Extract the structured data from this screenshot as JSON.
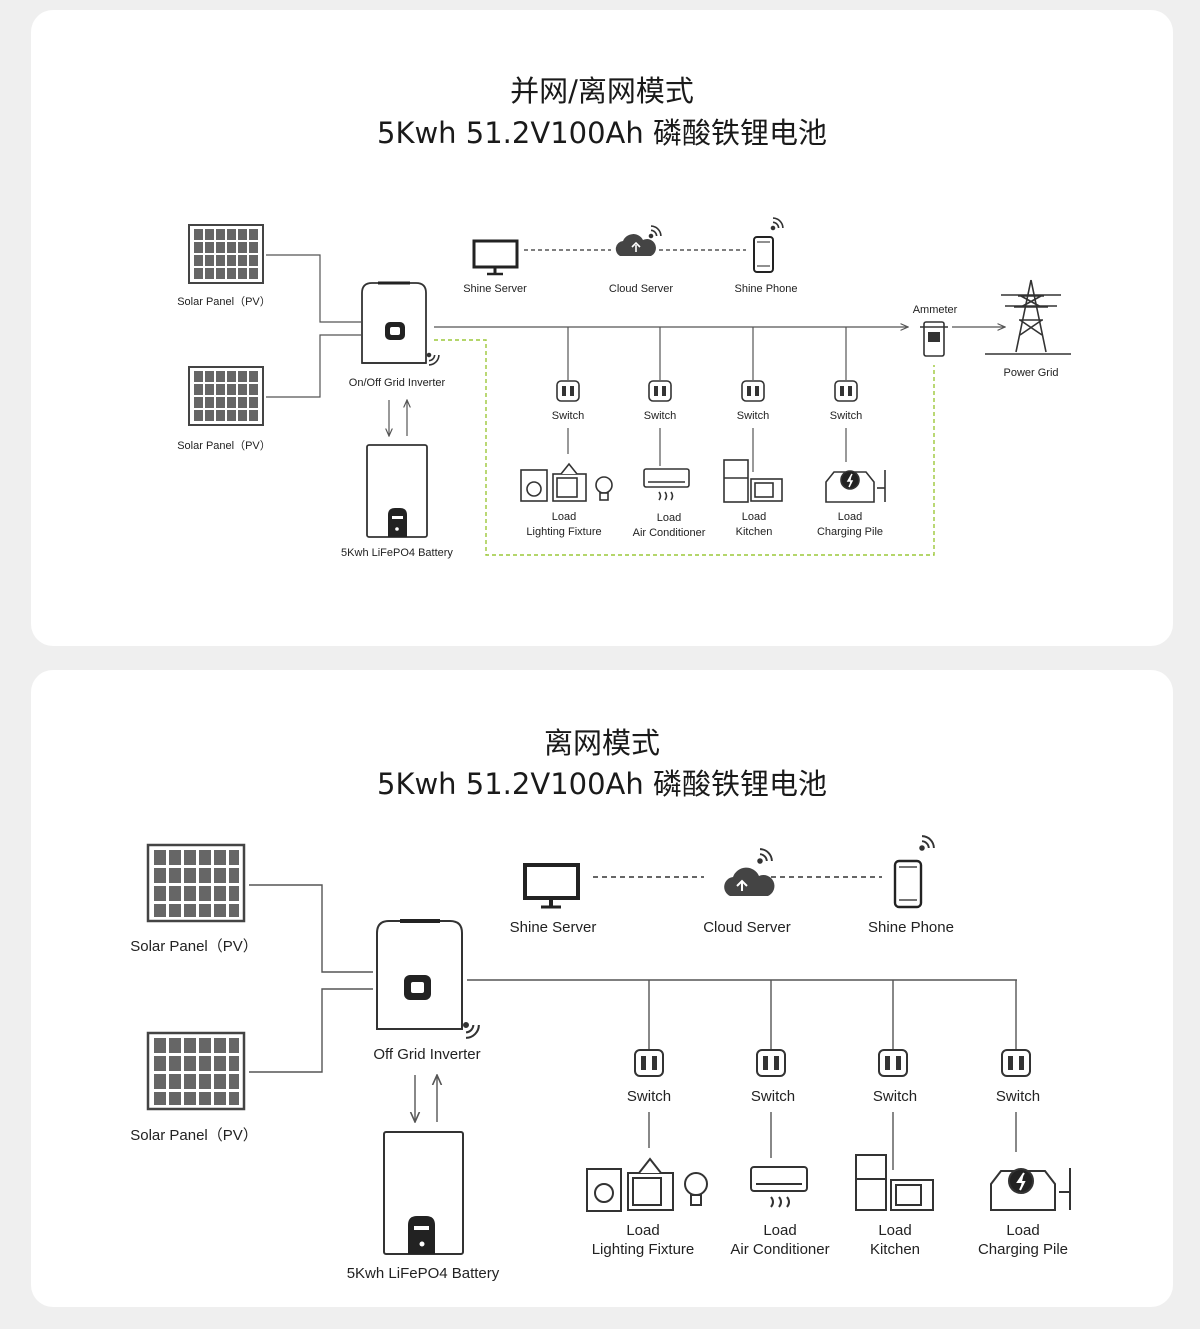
{
  "colors": {
    "line": "#555555",
    "dashed_battery_path": "#9cc83a",
    "card_bg": "#ffffff",
    "page_bg": "#efefef"
  },
  "diagram1": {
    "title_line1": "并网/离网模式",
    "title_line2": "5Kwh 51.2V100Ah 磷酸铁锂电池",
    "solar_panel_1": "Solar Panel（PV）",
    "solar_panel_2": "Solar Panel（PV）",
    "inverter": "On/Off Grid Inverter",
    "battery": "5Kwh LiFePO4 Battery",
    "shine_server": "Shine Server",
    "cloud_server": "Cloud Server",
    "shine_phone": "Shine Phone",
    "ammeter": "Ammeter",
    "power_grid": "Power Grid",
    "branches": [
      {
        "switch": "Switch",
        "load": "Load",
        "load_type": "Lighting Fixture"
      },
      {
        "switch": "Switch",
        "load": "Load",
        "load_type": "Air Conditioner"
      },
      {
        "switch": "Switch",
        "load": "Load",
        "load_type": "Kitchen"
      },
      {
        "switch": "Switch",
        "load": "Load",
        "load_type": "Charging Pile"
      }
    ]
  },
  "diagram2": {
    "title_line1": "离网模式",
    "title_line2": "5Kwh 51.2V100Ah 磷酸铁锂电池",
    "solar_panel_1": "Solar Panel（PV）",
    "solar_panel_2": "Solar Panel（PV）",
    "inverter": "Off Grid Inverter",
    "battery": "5Kwh LiFePO4 Battery",
    "shine_server": "Shine Server",
    "cloud_server": "Cloud Server",
    "shine_phone": "Shine Phone",
    "branches": [
      {
        "switch": "Switch",
        "load": "Load",
        "load_type": "Lighting Fixture"
      },
      {
        "switch": "Switch",
        "load": "Load",
        "load_type": "Air Conditioner"
      },
      {
        "switch": "Switch",
        "load": "Load",
        "load_type": "Kitchen"
      },
      {
        "switch": "Switch",
        "load": "Load",
        "load_type": "Charging Pile"
      }
    ]
  }
}
